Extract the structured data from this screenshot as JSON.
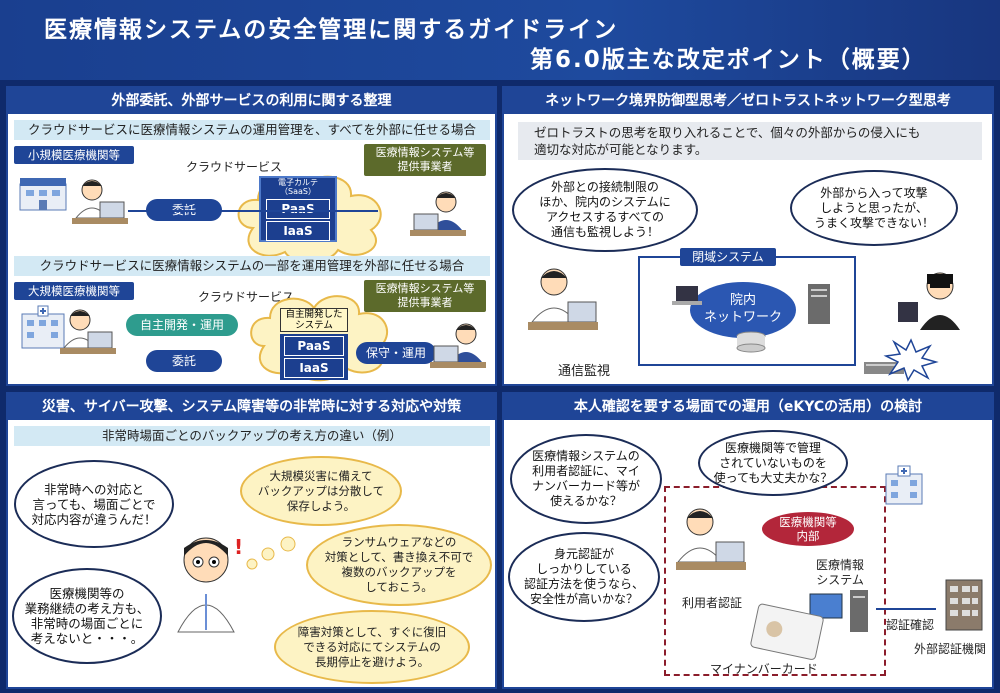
{
  "header": {
    "title_line1": "医療情報システムの安全管理に関するガイドライン",
    "title_line2": "第6.0版主な改定ポイント（概要）"
  },
  "panel1": {
    "title": "外部委託、外部サービスの利用に関する整理",
    "case1": {
      "heading": "クラウドサービスに医療情報システムの運用管理を、すべてを外部に任せる場合",
      "org": "小規模医療機関等",
      "cloud_label": "クラウドサービス",
      "provider": "医療情報システム等\n提供事業者",
      "saas": "電子カルテ\n（SaaS）",
      "paas": "PaaS",
      "iaas": "IaaS",
      "arrow": "委託"
    },
    "case2": {
      "heading": "クラウドサービスに医療情報システムの一部を運用管理を外部に任せる場合",
      "org": "大規模医療機関等",
      "cloud_label": "クラウドサービス",
      "provider": "医療情報システム等\n提供事業者",
      "own_system": "自主開発した\nシステム",
      "paas": "PaaS",
      "iaas": "IaaS",
      "arrow_self": "自主開発・運用",
      "arrow_delegate": "委託",
      "arrow_maint": "保守・運用"
    }
  },
  "panel2": {
    "title": "ネットワーク境界防御型思考／ゼロトラストネットワーク型思考",
    "intro": "ゼロトラストの思考を取り入れることで、個々の外部からの侵入にも\n適切な対応が可能となります。",
    "bubble_left": "外部との接続制限の\nほか、院内のシステムに\nアクセスするすべての\n通信も監視しよう！",
    "bubble_right": "外部から入って攻撃\nしようと思ったが、\nうまく攻撃できない！",
    "closed_system": "閉域システム",
    "network": "院内\nネットワーク",
    "monitor_label": "通信監視"
  },
  "panel3": {
    "title": "災害、サイバー攻撃、システム障害等の非常時に対する対応や対策",
    "subtitle": "非常時場面ごとのバックアップの考え方の違い（例）",
    "bubble1": "非常時への対応と\n言っても、場面ごとで\n対応内容が違うんだ！",
    "bubble2": "医療機関等の\n業務継続の考え方も、\n非常時の場面ごとに\n考えないと・・・。",
    "thought1": "大規模災害に備えて\nバックアップは分散して\n保存しよう。",
    "thought2": "ランサムウェアなどの\n対策として、書き換え不可で\n複数のバックアップを\nしておこう。",
    "thought3": "障害対策として、すぐに復旧\nできる対応にてシステムの\n長期停止を避けよう。"
  },
  "panel4": {
    "title": "本人確認を要する場面での運用（eKYCの活用）の検討",
    "bubble1": "医療情報システムの\n利用者認証に、マイ\nナンバーカード等が\n使えるかな？",
    "bubble2": "医療機関等で管理\nされていないものを\n使っても大丈夫かな？",
    "bubble3": "身元認証が\nしっかりしている\n認証方法を使うなら、\n安全性が高いかな？",
    "inside_tag": "医療機関等\n内部",
    "system_label": "医療情報\nシステム",
    "user_auth": "利用者認証",
    "mynumber": "マイナンバーカード",
    "auth_confirm": "認証確認",
    "external": "外部認証機関"
  },
  "colors": {
    "navy": "#1f4597",
    "teal": "#2e9c8e",
    "olive": "#5c6a2b",
    "cloud": "#fdf3c4"
  }
}
